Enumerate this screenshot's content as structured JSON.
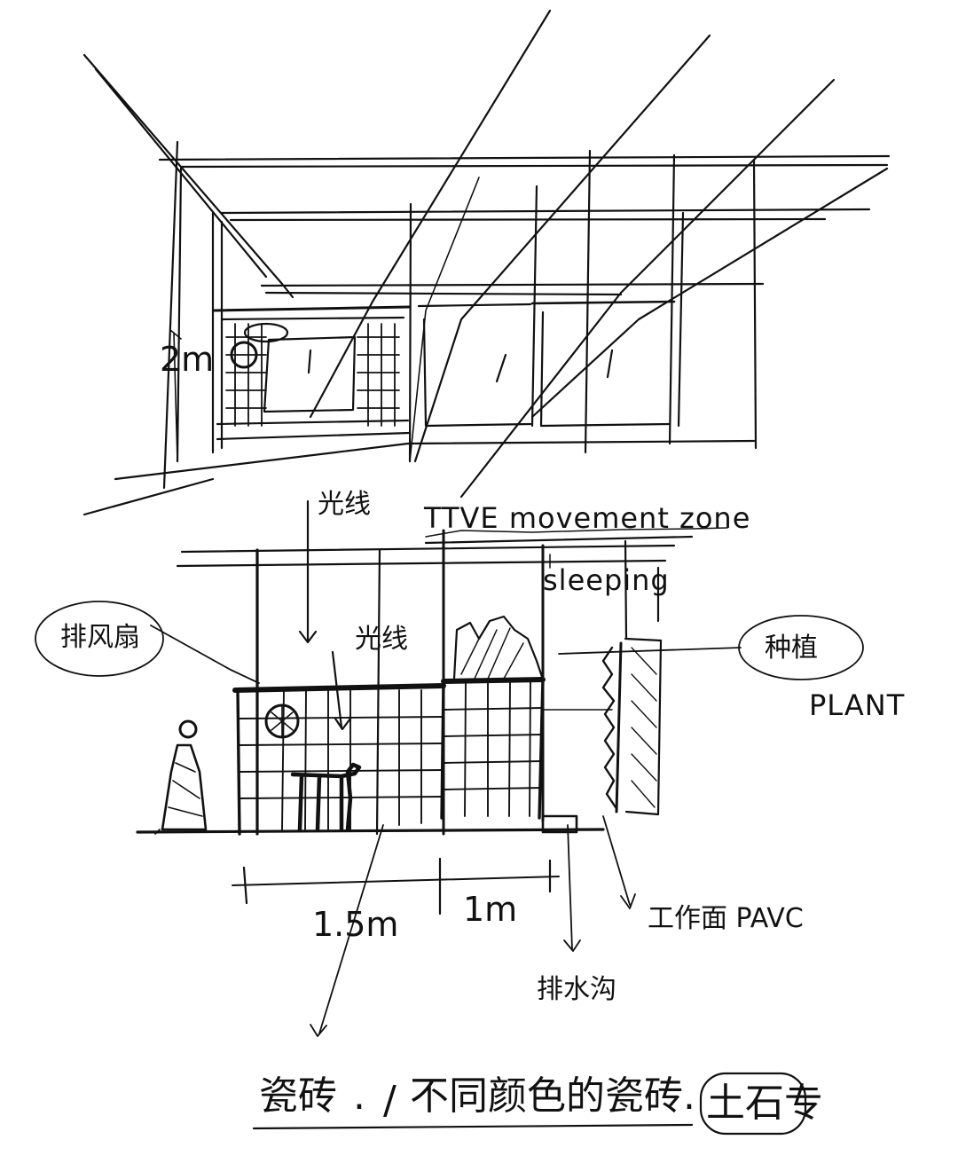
{
  "diagram": {
    "labels": {
      "dim_height": "2m",
      "light_top": "光线",
      "movement_zone": "TTVE movement zone",
      "sleeping": "sleeping",
      "exhaust_fan": "排风扇",
      "light_mid": "光线",
      "planting": "种植",
      "plant": "PLANT",
      "dim_left": "1.5m",
      "dim_right": "1m",
      "work_surface": "工作面 PAVC",
      "drain": "排水沟",
      "materials": {
        "item1": "瓷砖",
        "sep1": ".",
        "slash": "/",
        "item2": "不同颜色的瓷砖",
        "sep2": ".",
        "item3": "土石专"
      }
    },
    "colors": {
      "ink": "#111111",
      "paper": "#ffffff"
    }
  }
}
